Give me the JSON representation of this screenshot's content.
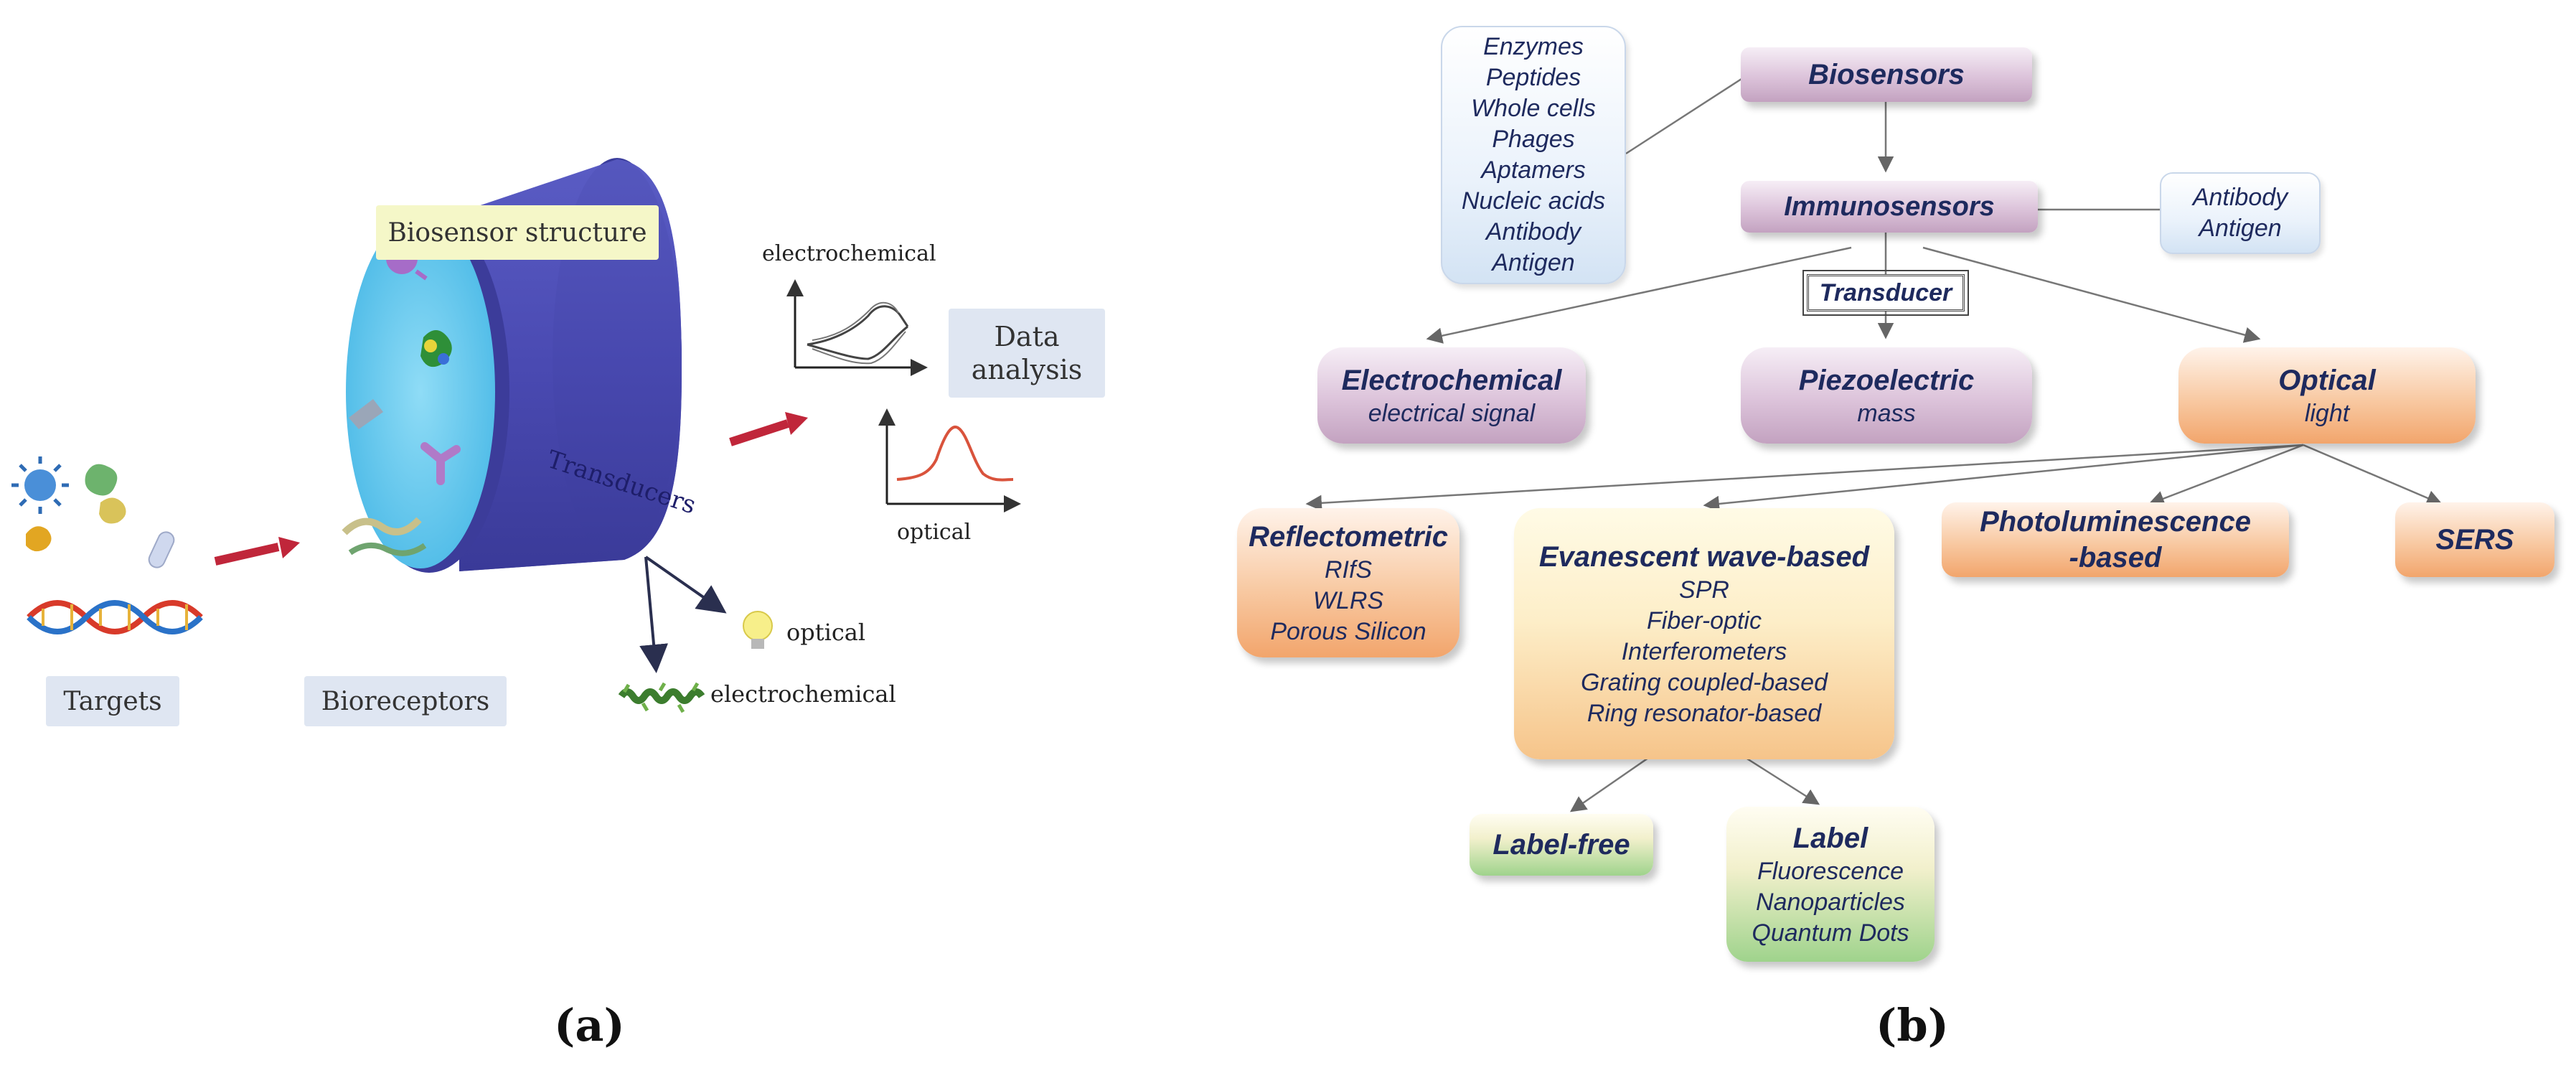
{
  "panel_a": {
    "title": "Biosensor structure",
    "transducer_label": "Transducers",
    "targets_label": "Targets",
    "bioreceptors_label": "Bioreceptors",
    "data_analysis_line1": "Data",
    "data_analysis_line2": "analysis",
    "electrochemical_plot_label": "electrochemical",
    "optical_plot_label": "optical",
    "optical_output_label": "optical",
    "electrochemical_output_label": "electrochemical",
    "caption": "(a)"
  },
  "panel_b": {
    "caption": "(b)",
    "receptors_list": [
      "Enzymes",
      "Peptides",
      "Whole cells",
      "Phages",
      "Aptamers",
      "Nucleic acids",
      "Antibody",
      "Antigen"
    ],
    "biosensors": "Biosensors",
    "immunosensors": "Immunosensors",
    "immuno_receptors": [
      "Antibody",
      "Antigen"
    ],
    "transducer": "Transducer",
    "electrochemical": {
      "title": "Electrochemical",
      "sub": "electrical signal"
    },
    "piezoelectric": {
      "title": "Piezoelectric",
      "sub": "mass"
    },
    "optical": {
      "title": "Optical",
      "sub": "light"
    },
    "reflectometric": {
      "title": "Reflectometric",
      "items": [
        "RIfS",
        "WLRS",
        "Porous Silicon"
      ]
    },
    "evanescent": {
      "title": "Evanescent wave-based",
      "items": [
        "SPR",
        "Fiber-optic",
        "Interferometers",
        "Grating coupled-based",
        "Ring resonator-based"
      ]
    },
    "photoluminescence": {
      "line1": "Photoluminescence",
      "line2": "-based"
    },
    "sers": "SERS",
    "label_free": "Label-free",
    "label": {
      "title": "Label",
      "items": [
        "Fluorescence",
        "Nanoparticles",
        "Quantum Dots"
      ]
    }
  },
  "colors": {
    "cylinder": "#4f4fb8",
    "cylinder_face": "#66ccf2",
    "red_arrow": "#c0263a",
    "node_text": "#1e2a5e"
  }
}
